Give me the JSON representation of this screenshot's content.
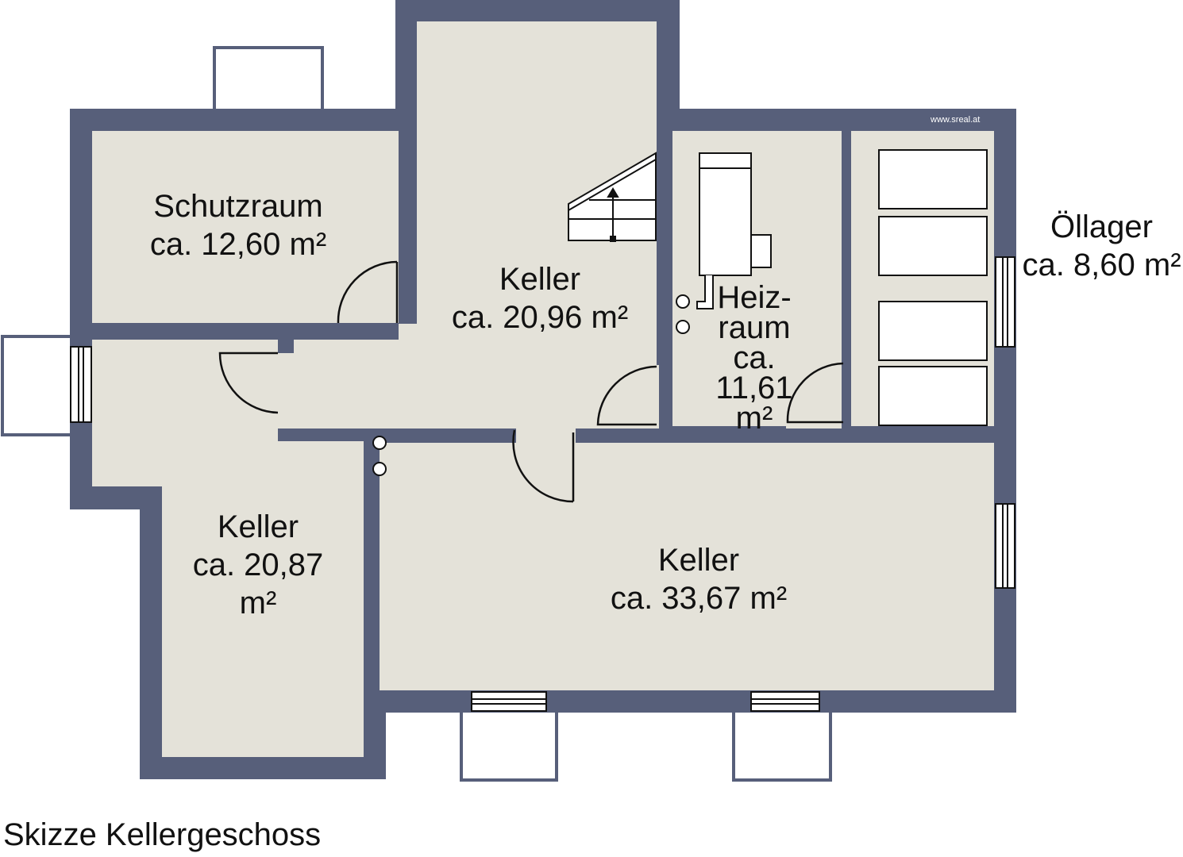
{
  "title": "Skizze Kellergeschoss",
  "watermark": "www.sreal.at",
  "colors": {
    "wall": "#575f7a",
    "floor": "#e4e2d9",
    "fixture": "#ffffff",
    "line": "#111111"
  },
  "rooms": [
    {
      "name": "Schutzraum",
      "area": "ca. 12,60 m²"
    },
    {
      "name": "Keller",
      "area": "ca. 20,96 m²"
    },
    {
      "name": "Heiz-",
      "name2": "raum",
      "area1": "ca.",
      "area2": "11,61",
      "area3": "m²"
    },
    {
      "name": "Öllager",
      "area": "ca. 8,60 m²"
    },
    {
      "name": "Keller",
      "area1": "ca. 20,87",
      "area2": "m²"
    },
    {
      "name": "Keller",
      "area": "ca. 33,67 m²"
    }
  ]
}
